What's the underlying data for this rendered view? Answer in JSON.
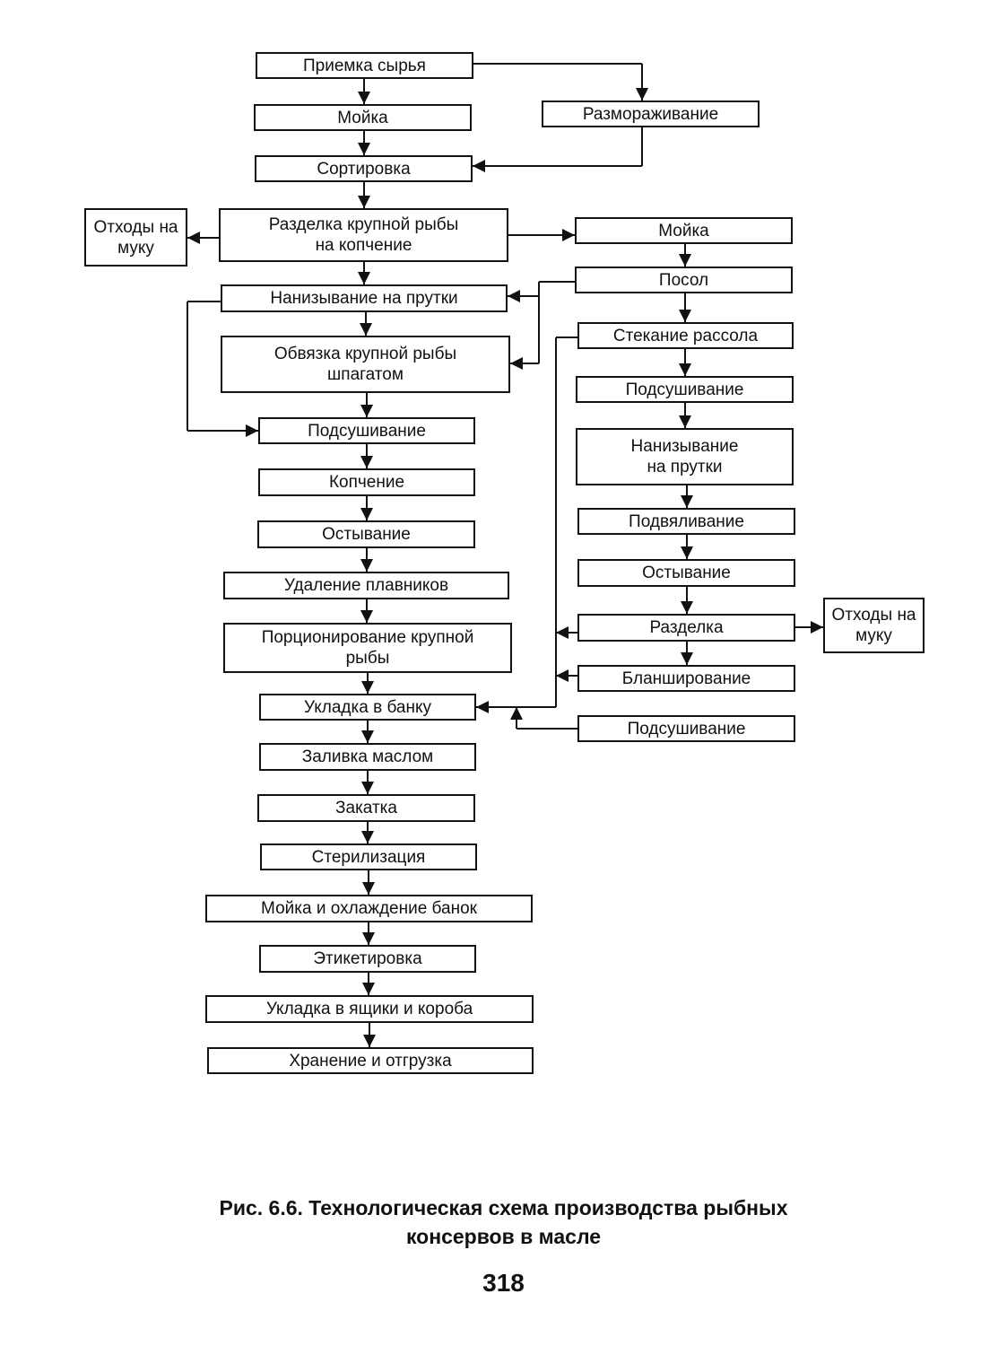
{
  "diagram": {
    "steps": {
      "priemka": "Приемка сырья",
      "moika1": "Мойка",
      "razmorazh": "Размораживание",
      "sortirovka": "Сортировка",
      "otkhody1": "Отходы на\nмуку",
      "razdelka_krup": "Разделка крупной рыбы\nна копчение",
      "moika2": "Мойка",
      "nanizyv1": "Нанизывание на прутки",
      "posol": "Посол",
      "obvyazka": "Обвязка крупной рыбы\nшпагатом",
      "stekanie": "Стекание рассола",
      "podsush1": "Подсушивание",
      "podsush_r1": "Подсушивание",
      "nanizyv2": "Нанизывание\nна прутки",
      "kopchenie": "Копчение",
      "podvyal": "Подвяливание",
      "ostyv1": "Остывание",
      "ostyv2": "Остывание",
      "udalenie": "Удаление плавников",
      "razdelka": "Разделка",
      "otkhody2": "Отходы на\nмуку",
      "porcion": "Порционирование крупной\nрыбы",
      "blansh": "Бланширование",
      "ukladka_bank": "Укладка в банку",
      "podsush_r2": "Подсушивание",
      "zalivka": "Заливка маслом",
      "zakatka": "Закатка",
      "steril": "Стерилизация",
      "moika_okhl": "Мойка и охлаждение банок",
      "etiket": "Этикетировка",
      "ukladka_yash": "Укладка в ящики и короба",
      "khranenie": "Хранение и отгрузка"
    }
  },
  "caption": {
    "line1": "Рис. 6.6. Технологическая схема производства рыбных",
    "line2": "консервов в масле"
  },
  "page_number": "318"
}
